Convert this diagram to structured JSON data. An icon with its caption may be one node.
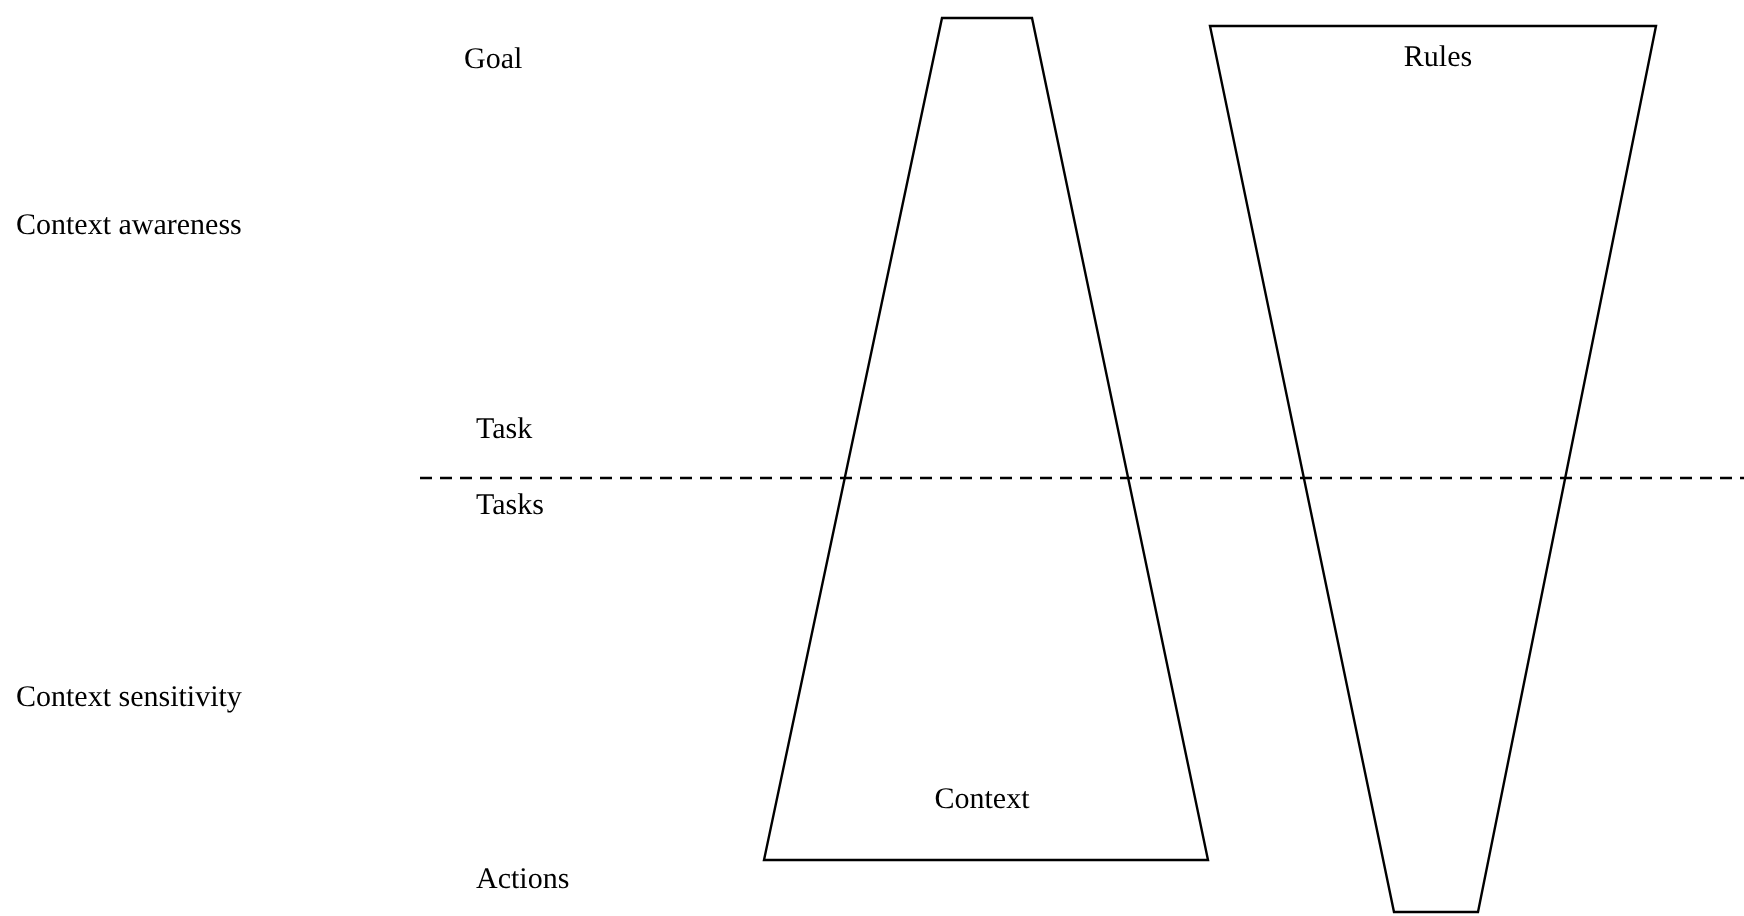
{
  "diagram": {
    "nodes": [
      {
        "text": [
          "Context"
        ]
      },
      {
        "text": [
          "Rules"
        ]
      }
    ],
    "labels": [
      "Goal",
      "Context awareness",
      "Task",
      "Tasks",
      "Context sensitivity",
      "Actions"
    ]
  }
}
